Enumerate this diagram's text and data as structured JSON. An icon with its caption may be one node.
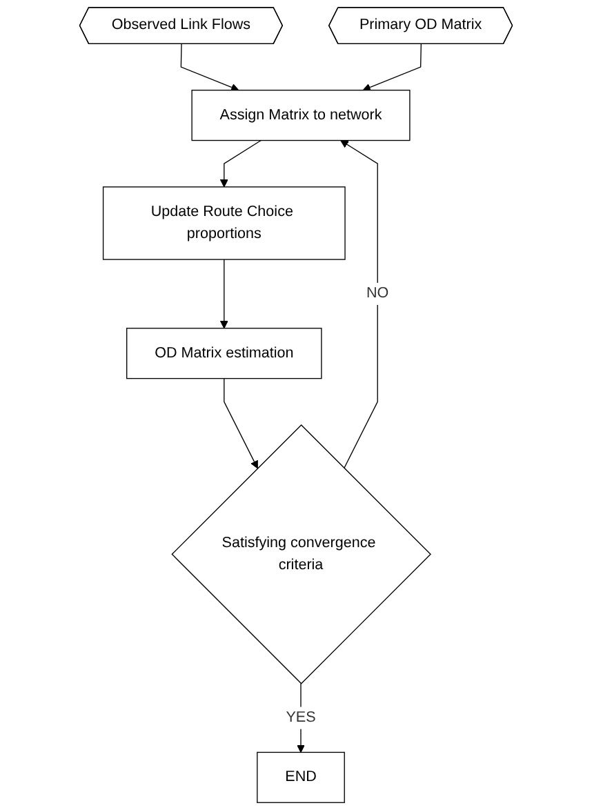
{
  "diagram": {
    "nodes": [
      {
        "text": [
          "Observed Link Flows"
        ]
      },
      {
        "text": [
          "Primary OD Matrix"
        ]
      },
      {
        "text": [
          "Assign Matrix to network"
        ]
      },
      {
        "text": [
          "Update Route Choice proportions"
        ]
      },
      {
        "text": [
          "OD Matrix estimation"
        ]
      },
      {
        "text": [
          "Satisfying convergence criteria"
        ]
      },
      {
        "text": [
          "END"
        ]
      }
    ],
    "edges": [
      {
        "from": 0,
        "to": 2,
        "arrow": "to"
      },
      {
        "from": 1,
        "to": 2,
        "arrow": "to"
      },
      {
        "from": 2,
        "to": 3,
        "arrow": "to"
      },
      {
        "from": 3,
        "to": 4,
        "arrow": "to"
      },
      {
        "from": 4,
        "to": 5,
        "arrow": "to"
      },
      {
        "from": 5,
        "to": 2,
        "arrow": "to",
        "label": "NO"
      },
      {
        "from": 5,
        "to": 6,
        "arrow": "to",
        "label": "YES"
      }
    ]
  }
}
